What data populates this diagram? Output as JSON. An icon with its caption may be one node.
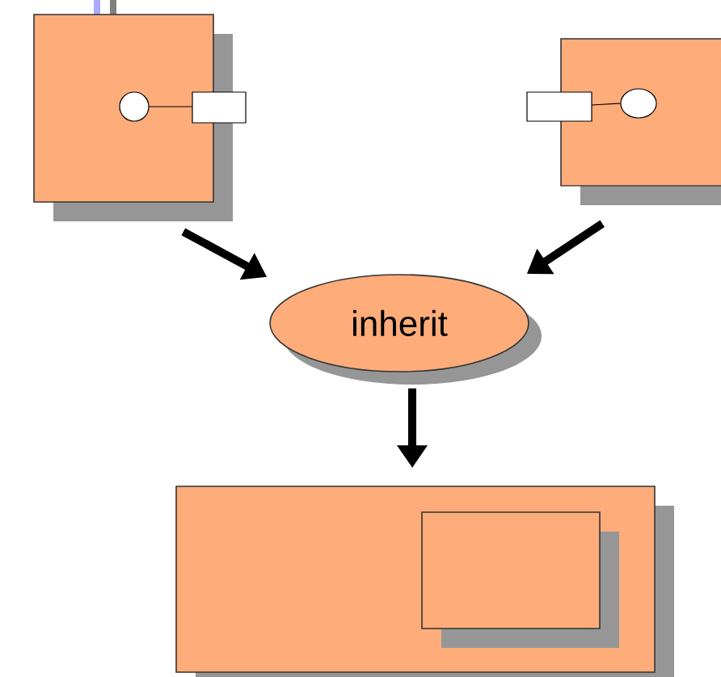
{
  "diagram": {
    "nodes": [
      {
        "text": [],
        "shape": "box"
      },
      {
        "text": [],
        "shape": "box"
      },
      {
        "text": [
          "inherit"
        ]
      },
      {
        "text": [],
        "shape": "box"
      },
      {
        "text": [],
        "shape": "box",
        "in": 3
      }
    ],
    "edges": [
      {
        "from": 0,
        "to": 2,
        "arrow": "to"
      },
      {
        "from": 1,
        "to": 2,
        "arrow": "to"
      },
      {
        "from": 2,
        "to": 3,
        "arrow": "to"
      }
    ]
  }
}
